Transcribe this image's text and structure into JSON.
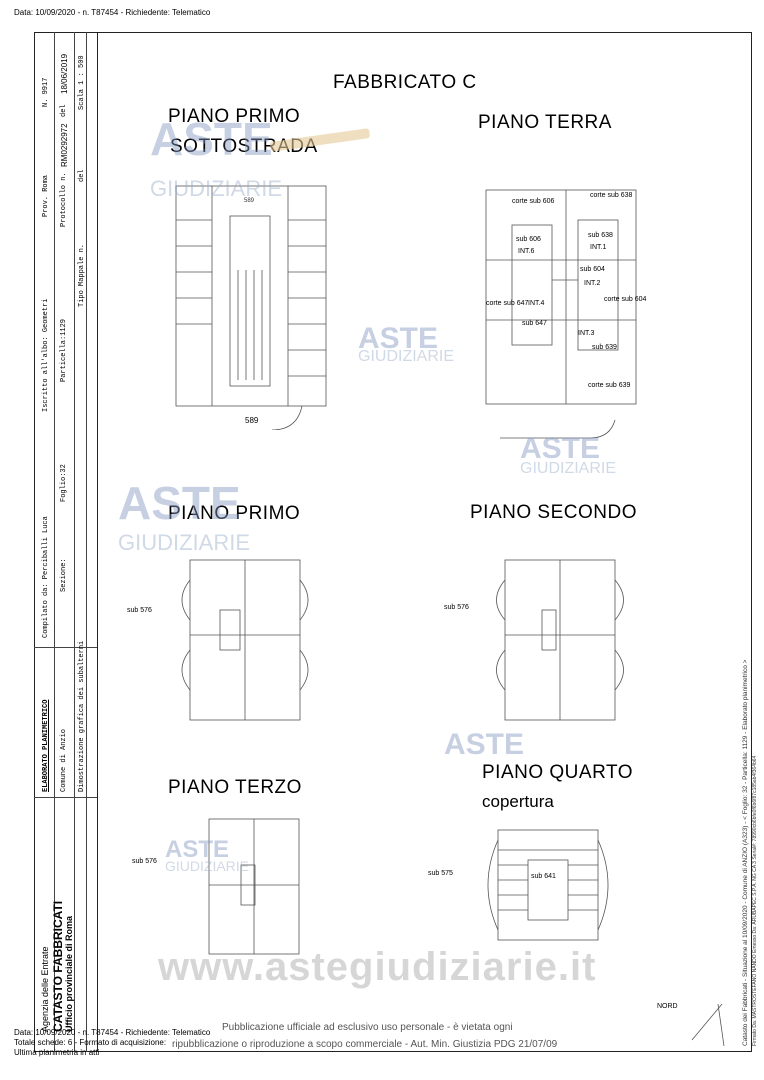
{
  "header": {
    "text": "Data: 10/09/2020 - n. T87454 - Richiedente: Telematico"
  },
  "sidebar": {
    "col1": [
      "Agenzia delle Entrate",
      "CATASTO FABBRICATI",
      "Ufficio provinciale di  Roma"
    ],
    "elaborato": "ELABORATO PLANIMETRICO",
    "compilato": "Compilato da: Perciballi Luca",
    "iscritto": "Iscritto all'albo: Geometri",
    "prov": "Prov. Roma",
    "n": "N. 9917",
    "comune": "Comune di Anzio",
    "sezione": "Sezione:",
    "foglio": "Foglio:32",
    "particella": "Particella:1129",
    "protocollo": "Protocollo n.",
    "protocollo_val": "RM0292972",
    "del": "del",
    "del_val": "18/06/2019",
    "dimostrazione": "Dimostrazione grafica dei subalterni",
    "tipo_mappale": "Tipo Mappale n.",
    "del2": "del",
    "scala": "Scala 1 : 500"
  },
  "titles": {
    "fabbricato": "FABBRICATO C",
    "primo_sotto_1": "PIANO PRIMO",
    "primo_sotto_2": "SOTTOSTRADA",
    "terra": "PIANO TERRA",
    "primo": "PIANO PRIMO",
    "secondo": "PIANO SECONDO",
    "terzo": "PIANO TERZO",
    "quarto_1": "PIANO QUARTO",
    "quarto_2": "copertura"
  },
  "watermark": {
    "aste": "ASTE",
    "giudiziarie": "GIUDIZIARIE",
    "site": "www.astegiudiziarie.it"
  },
  "labels": {
    "n589": "589",
    "sub576": "sub 576",
    "sub575": "sub 575",
    "sub641": "sub 641",
    "nord": "NORD",
    "corte_sub606": "corte sub 606",
    "corte_sub638": "corte sub 638",
    "sub638": "sub 638",
    "int1": "INT.1",
    "sub606": "sub 606",
    "int6": "INT.6",
    "sub604": "sub 604",
    "int2": "INT.2",
    "corte_sub604": "corte sub 604",
    "corte_sub647": "corte sub 647",
    "int4": "INT.4",
    "sub647": "sub 647",
    "int3": "INT.3",
    "sub639": "sub 639",
    "corte_sub639": "corte sub 639"
  },
  "footer": {
    "line1": "Data: 10/09/2020 - n. T87454 - Richiedente: Telematico",
    "line2": "Totale schede: 6 - Formato di acquisizione:",
    "line3": "Ultima planimetria in atti",
    "pub1": "Pubblicazione ufficiale ad esclusivo uso personale - è vietata ogni",
    "pub2": "ripubblicazione o riproduzione a scopo commerciale - Aut. Min. Giustizia PDG 21/07/09"
  },
  "right_vertical": {
    "line1": "Catasto dei Fabbricati - Situazione al 10/09/2020 - Comune di ANZIO (A323) - < Foglio: 32 - Particella: 1129 - Elaborato planimetrico >",
    "line2": "Firmato Da: MASTROSTEFANO NANDO Emesso Da: ARUBAPEC S.P.A. NG CA 3 Serial#: 78990cb6bfe0f6b6f87c185ab4f364b64"
  }
}
